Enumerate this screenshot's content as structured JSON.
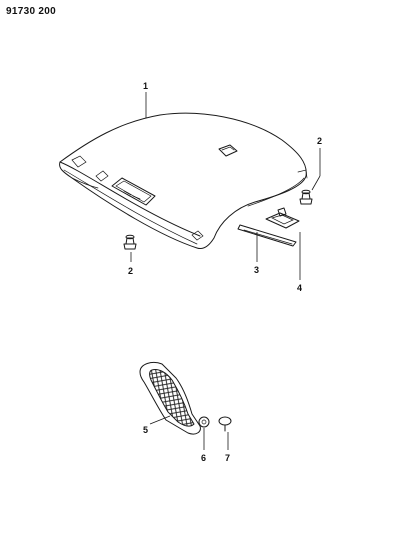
{
  "document_number": "91730 200",
  "callouts": {
    "c1": "1",
    "c2a": "2",
    "c2b": "2",
    "c3": "3",
    "c4": "4",
    "c5": "5",
    "c6": "6",
    "c7": "7"
  }
}
